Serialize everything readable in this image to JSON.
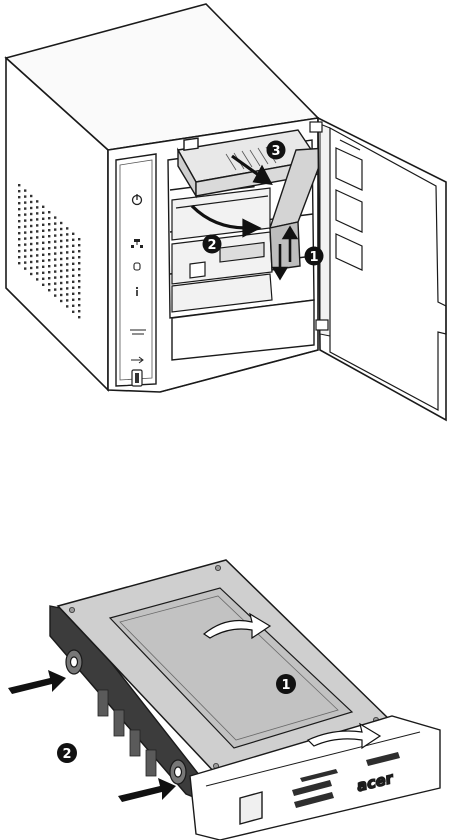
{
  "figure_top": {
    "markers": [
      {
        "id": "step-1",
        "label": "1",
        "style": "filled"
      },
      {
        "id": "step-2",
        "label": "2",
        "style": "filled"
      },
      {
        "id": "step-3",
        "label": "3",
        "style": "filled"
      }
    ],
    "front_panel_icons": [
      "power-icon",
      "network-icon",
      "hdd-icon",
      "info-icon",
      "backup-icon",
      "usb-icon"
    ]
  },
  "figure_bottom": {
    "markers": [
      {
        "id": "step-1",
        "label": "1",
        "style": "filled"
      },
      {
        "id": "step-2",
        "label": "2",
        "style": "filled"
      }
    ],
    "tray_brand": "acer"
  },
  "colors": {
    "line": "#1a1a1a",
    "marker_fill": "#111111",
    "drive_surface": "#cfcfcf",
    "tray_dark": "#3c3c3c",
    "panel_gray": "#e6e6e6"
  }
}
